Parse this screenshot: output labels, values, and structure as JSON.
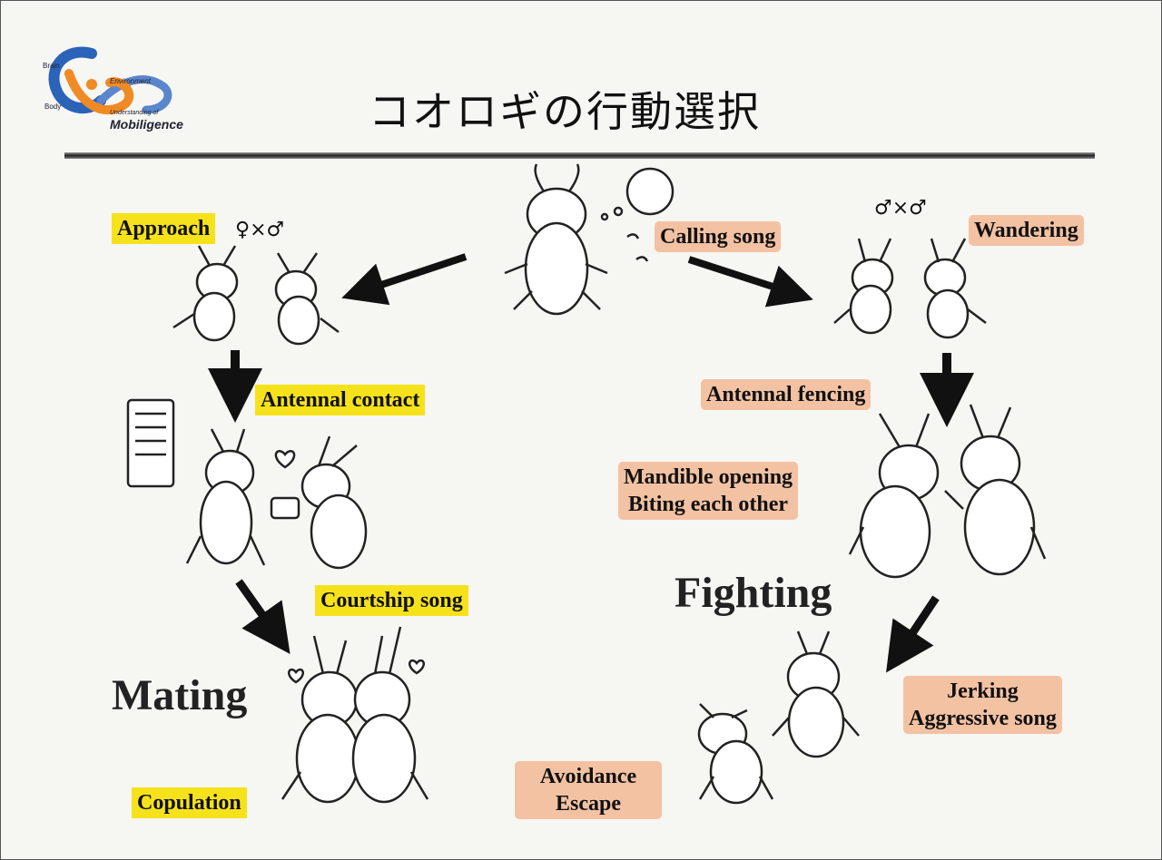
{
  "logo": {
    "brain": "Brain",
    "environment": "Environment",
    "body": "Body",
    "understanding": "Understanding of",
    "name": "Mobiligence"
  },
  "title": "コオロギの行動選択",
  "labels": {
    "approach": "Approach",
    "female_male": "♀×♂",
    "calling_song": "Calling song",
    "male_male": "♂×♂",
    "wandering": "Wandering",
    "antennal_contact": "Antennal contact",
    "antennal_fencing": "Antennal fencing",
    "mandible_opening": "Mandible opening",
    "biting_each_other": "Biting each other",
    "courtship_song": "Courtship song",
    "fighting": "Fighting",
    "mating": "Mating",
    "jerking": "Jerking",
    "aggressive_song": "Aggressive song",
    "avoidance": "Avoidance",
    "escape": "Escape",
    "copulation": "Copulation"
  },
  "colors": {
    "yellow_label": "#f6e21a",
    "peach_label": "#f3c2a3",
    "logo_blue": "#2a63b8",
    "logo_orange": "#f08a24"
  }
}
